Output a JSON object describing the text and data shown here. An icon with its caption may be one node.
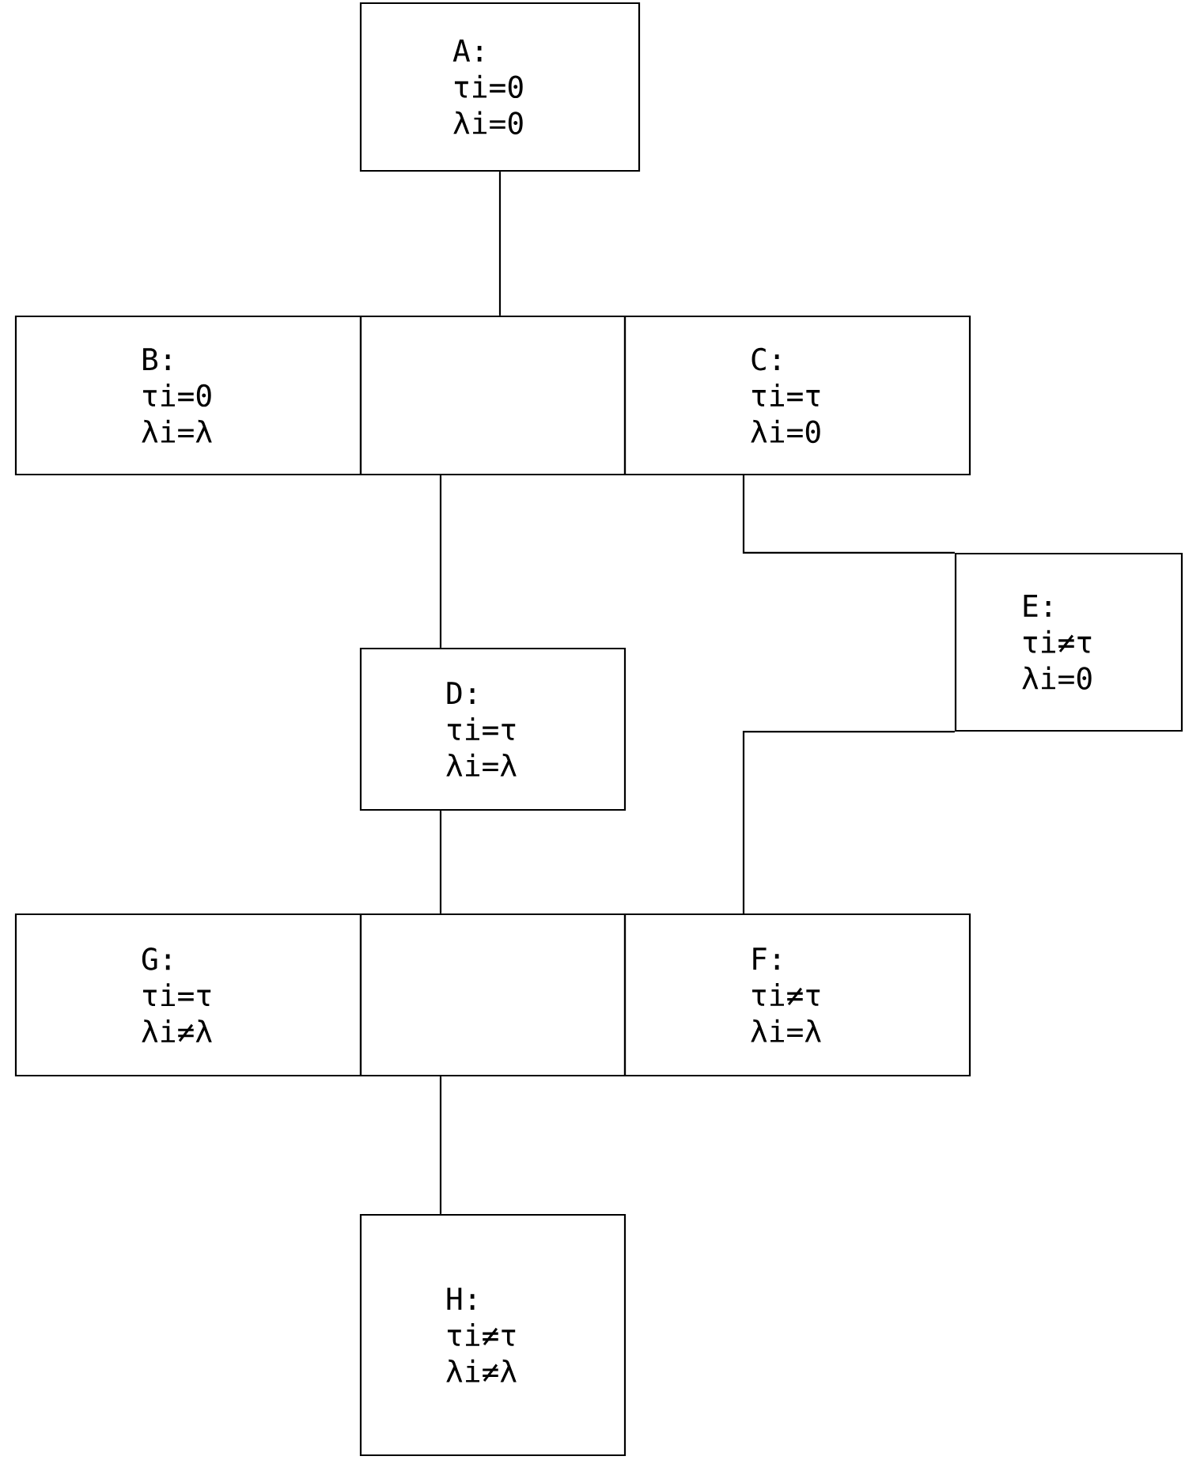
{
  "diagram": {
    "nodes": [
      {
        "text": [
          "A: τi=0 λi=0"
        ]
      },
      {
        "text": [
          "B: τi=0 λi=λ"
        ]
      },
      {
        "text": [],
        "shape": "box"
      },
      {
        "text": [
          "C: τi=τ λi=0"
        ]
      },
      {
        "text": [
          "D: τi=τ λi=λ"
        ]
      },
      {
        "text": [
          "E: τi≠τ λi=0"
        ]
      },
      {
        "text": [
          "G: τi=τ λi≠λ"
        ]
      },
      {
        "text": [],
        "shape": "box"
      },
      {
        "text": [
          "F: τi≠τ λi=λ"
        ]
      },
      {
        "text": [
          "H: τi≠τ λi≠λ"
        ]
      }
    ],
    "edges": [
      {
        "from": 0,
        "to": 2,
        "arrow": "none"
      },
      {
        "from": 2,
        "to": 4,
        "arrow": "none"
      },
      {
        "from": 3,
        "to": 5,
        "arrow": "none"
      },
      {
        "from": 5,
        "to": 8,
        "arrow": "none"
      },
      {
        "from": 4,
        "to": 7,
        "arrow": "none"
      },
      {
        "from": 7,
        "to": 9,
        "arrow": "none"
      }
    ]
  }
}
